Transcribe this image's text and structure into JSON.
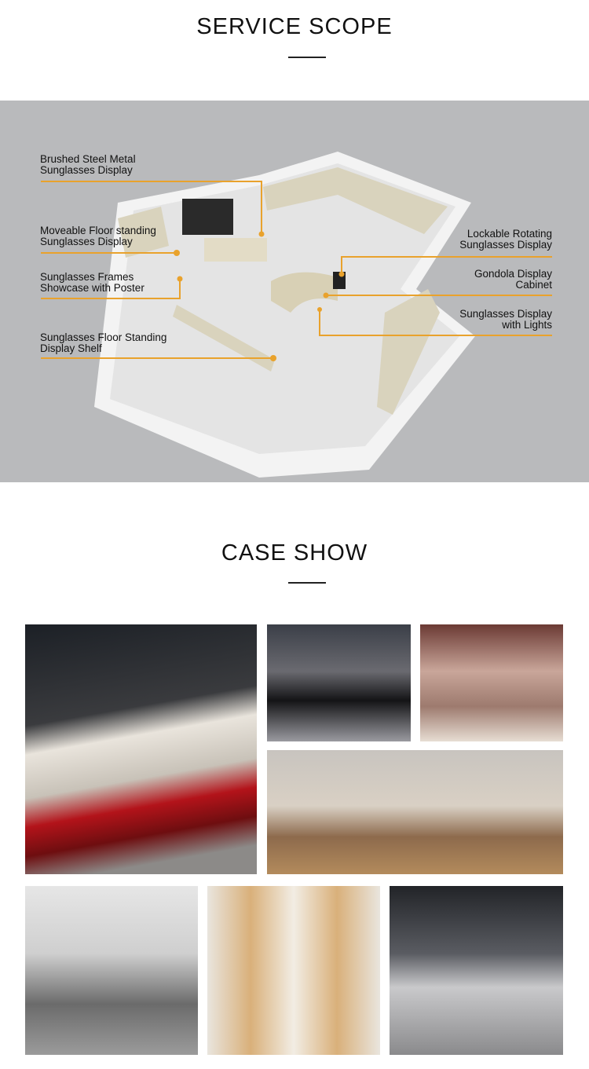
{
  "service_scope": {
    "title": "SERVICE SCOPE",
    "accent_color": "#e9a22c",
    "labels": [
      {
        "line1": "Brushed Steel Metal",
        "line2": "Sunglasses Display"
      },
      {
        "line1": "Moveable Floor standing",
        "line2": "Sunglasses Display"
      },
      {
        "line1": "Sunglasses Frames",
        "line2": "Showcase with Poster"
      },
      {
        "line1": "Sunglasses Floor Standing",
        "line2": "Display Shelf"
      },
      {
        "line1": "Lockable Rotating",
        "line2": "Sunglasses Display"
      },
      {
        "line1": "Gondola Display",
        "line2": "Cabinet"
      },
      {
        "line1": "Sunglasses Display",
        "line2": "with Lights"
      }
    ]
  },
  "case_show": {
    "title": "CASE SHOW",
    "photos": [
      "store-photo-1",
      "store-photo-2",
      "store-photo-3",
      "store-photo-4",
      "store-photo-5",
      "store-photo-6",
      "store-photo-7"
    ]
  }
}
